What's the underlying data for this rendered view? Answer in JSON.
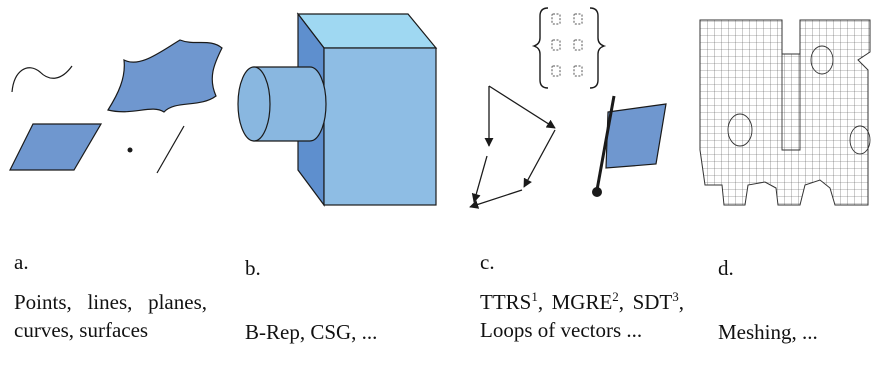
{
  "panels": [
    {
      "letter": "a.",
      "caption": "Points, lines, planes, curves, surfaces"
    },
    {
      "letter": "b.",
      "caption": "B-Rep, CSG, ..."
    },
    {
      "letter": "c.",
      "caption_parts": {
        "t1": "TTRS",
        "s1": "1",
        "t2": ", MGRE",
        "s2": "2",
        "t3": ", SDT",
        "s3": "3",
        "t4": ", Loops of vectors ..."
      }
    },
    {
      "letter": "d.",
      "caption": "Meshing, ..."
    }
  ],
  "colors": {
    "shape_fill": "#6f97cf",
    "box_front": "#8ebde4",
    "box_top": "#9fd8f2",
    "box_side": "#5e8fce",
    "cylinder": "#89b7e0",
    "stroke": "#1a1a1a",
    "mesh_line": "#555555"
  }
}
